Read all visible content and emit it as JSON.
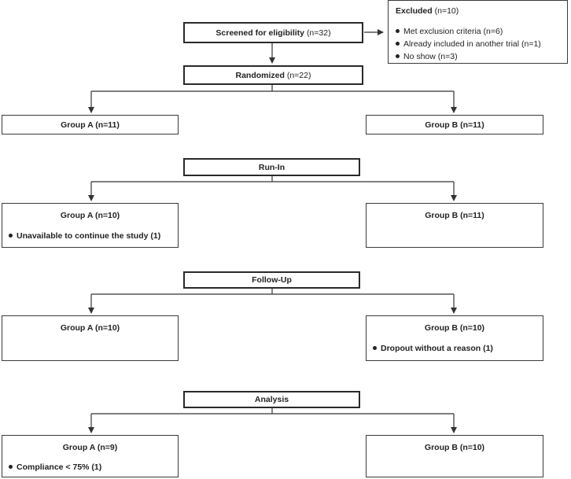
{
  "screened": {
    "label": "Screened for eligibility",
    "count": "(n=32)"
  },
  "excluded": {
    "label": "Excluded",
    "count": "(n=10)",
    "items": [
      "Met exclusion criteria (n=6)",
      "Already included in another trial (n=1)",
      "No show (n=3)"
    ]
  },
  "randomized": {
    "label": "Randomized",
    "count": "(n=22)"
  },
  "allocation": {
    "group_a": "Group A (n=11)",
    "group_b": "Group B (n=11)"
  },
  "run_in": {
    "title": "Run-In",
    "group_a": "Group A (n=10)",
    "group_a_note": "Unavailable to continue the study (1)",
    "group_b": "Group B (n=11)"
  },
  "follow_up": {
    "title": "Follow-Up",
    "group_a": "Group A (n=10)",
    "group_b": "Group B (n=10)",
    "group_b_note": "Dropout without a reason (1)"
  },
  "analysis": {
    "title": "Analysis",
    "group_a": "Group A (n=9)",
    "group_a_note": "Compliance < 75% (1)",
    "group_b": "Group B (n=10)"
  }
}
